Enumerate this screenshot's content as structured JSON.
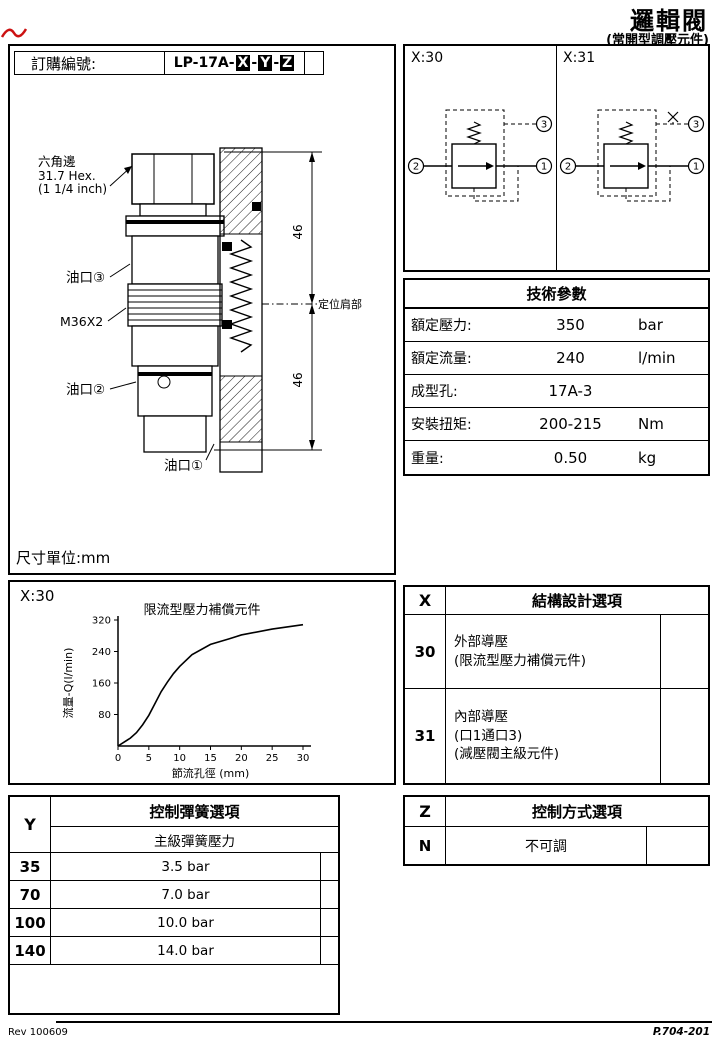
{
  "page": {
    "title": "邏輯閥",
    "subtitle": "(常開型調壓元件)",
    "footer_left": "Rev 100609",
    "footer_right": "P.704-201"
  },
  "order": {
    "label": "訂購編號:",
    "prefix": "LP-17A-",
    "sep": "-",
    "x": "X",
    "y": "Y",
    "z": "Z"
  },
  "drawing": {
    "hex1": "六角邊",
    "hex2": "31.7 Hex.",
    "hex3": "(1 1/4 inch)",
    "port3_label": "油口③",
    "thread": "M36X2",
    "port2_label": "油口②",
    "port1_label": "油口①",
    "shoulder": "定位肩部",
    "dim_top": "46",
    "dim_bottom": "46",
    "unit_note": "尺寸單位:mm"
  },
  "schematic": {
    "left_title": "X:30",
    "right_title": "X:31",
    "port1": "1",
    "port2": "2",
    "port3": "3"
  },
  "tech": {
    "title": "技術參數",
    "rows": [
      {
        "label": "額定壓力:",
        "value": "350",
        "unit": "bar"
      },
      {
        "label": "額定流量:",
        "value": "240",
        "unit": "l/min"
      },
      {
        "label": "成型孔:",
        "value": "17A-3",
        "unit": ""
      },
      {
        "label": "安裝扭矩:",
        "value": "200-215",
        "unit": "Nm"
      },
      {
        "label": "重量:",
        "value": "0.50",
        "unit": "kg"
      }
    ]
  },
  "chart_data": {
    "type": "line",
    "corner_label": "X:30",
    "title": "限流型壓力補償元件",
    "xlabel": "節流孔徑 (mm)",
    "ylabel": "流量-Q(l/min)",
    "x": [
      0,
      1,
      2,
      3,
      4,
      5,
      6,
      7,
      8,
      9,
      10,
      12,
      15,
      18,
      20,
      25,
      30
    ],
    "values": [
      0,
      10,
      20,
      34,
      54,
      78,
      108,
      138,
      162,
      184,
      202,
      232,
      258,
      272,
      282,
      297,
      308
    ],
    "xlim": [
      0,
      30
    ],
    "ylim": [
      0,
      320
    ],
    "xticks": [
      0,
      5,
      10,
      15,
      20,
      25,
      30
    ],
    "yticks": [
      80,
      160,
      240,
      320
    ],
    "grid": false,
    "legend": false
  },
  "x_options": {
    "code": "X",
    "title": "結構設計選項",
    "rows": [
      {
        "code": "30",
        "lines": [
          "外部導壓",
          "(限流型壓力補償元件)"
        ]
      },
      {
        "code": "31",
        "lines": [
          "內部導壓",
          "(口1通口3)",
          "(減壓閥主級元件)"
        ]
      }
    ]
  },
  "y_options": {
    "code": "Y",
    "title": "控制彈簧選項",
    "subtitle": "主級彈簧壓力",
    "rows": [
      {
        "code": "35",
        "value": "3.5 bar"
      },
      {
        "code": "70",
        "value": "7.0 bar"
      },
      {
        "code": "100",
        "value": "10.0 bar"
      },
      {
        "code": "140",
        "value": "14.0 bar"
      }
    ]
  },
  "z_options": {
    "code": "Z",
    "title": "控制方式選項",
    "rows": [
      {
        "code": "N",
        "value": "不可調"
      }
    ]
  }
}
